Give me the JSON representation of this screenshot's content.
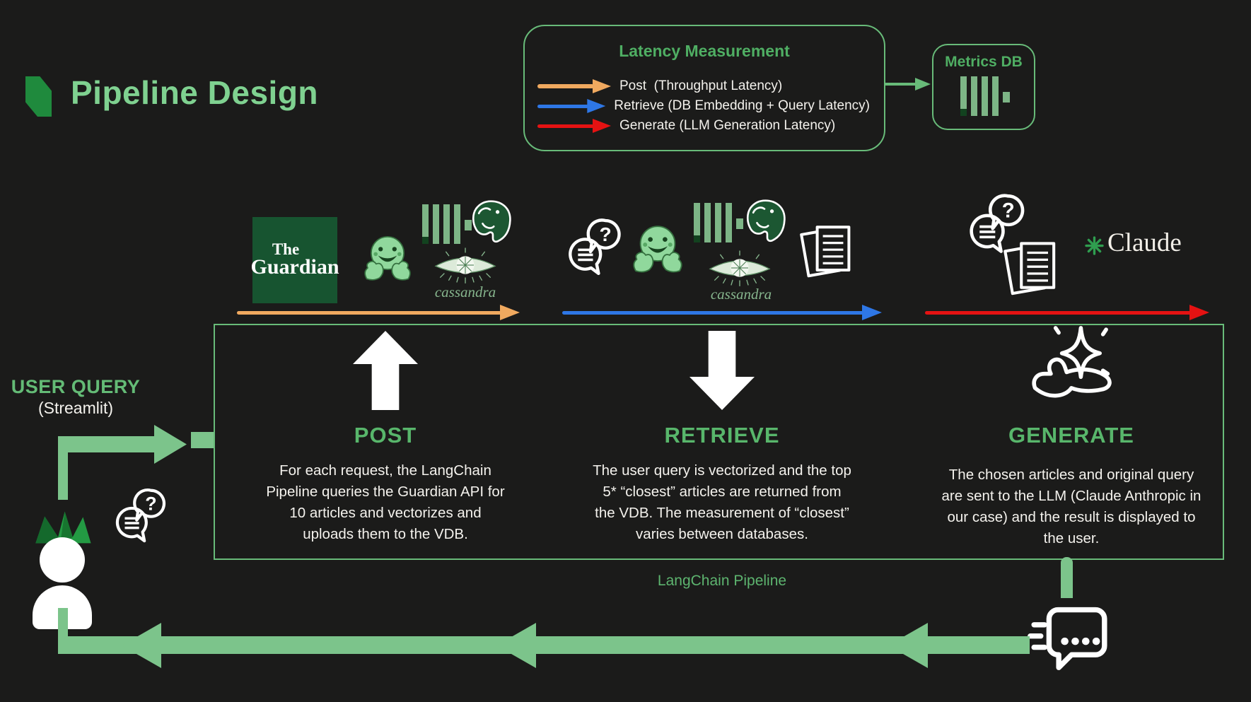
{
  "header": {
    "title": "Pipeline Design"
  },
  "latency_panel": {
    "title": "Latency Measurement",
    "legend": [
      {
        "name": "post",
        "label": "Post  (Throughput Latency)",
        "color": "#f0a95f"
      },
      {
        "name": "retrieve",
        "label": "Retrieve (DB Embedding + Query Latency)",
        "color": "#2e77e6"
      },
      {
        "name": "generate",
        "label": "Generate (LLM Generation Latency)",
        "color": "#e51212"
      }
    ]
  },
  "metrics_db": {
    "label": "Metrics DB"
  },
  "user": {
    "label": "USER QUERY",
    "sublabel": "(Streamlit)"
  },
  "pipeline": {
    "label": "LangChain Pipeline",
    "stages": [
      {
        "title": "POST",
        "description": "For each request, the LangChain Pipeline queries the Guardian API for 10 articles and vectorizes and uploads them to the VDB.",
        "arrow_color": "#f0a95f"
      },
      {
        "title": "RETRIEVE",
        "description": "The user query is vectorized and the top 5* “closest” articles are returned from the VDB. The measurement of “closest” varies between databases.",
        "arrow_color": "#2e77e6"
      },
      {
        "title": "GENERATE",
        "description": "The chosen articles and original query are sent to the LLM (Claude Anthropic in our case) and the result is displayed to the user.",
        "arrow_color": "#e51212"
      }
    ]
  },
  "logos": {
    "guardian": {
      "line1": "The",
      "line2": "Guardian"
    },
    "cassandra": "cassandra",
    "claude": "Claude"
  },
  "icons": {
    "question_mark": "?",
    "list": [
      "pipeline-logo",
      "hugging-face-emoji",
      "postgresql-elephant-icon",
      "cassandra-eye-icon",
      "vertical-bars-db-icon",
      "chat-question-icon",
      "documents-stack-icon",
      "claude-asterisk-icon",
      "block-arrow-up-icon",
      "block-arrow-down-icon",
      "magic-hand-sparkle-icon",
      "user-king-icon",
      "chat-response-icon"
    ]
  },
  "colors": {
    "background": "#1b1b1a",
    "accent_green_border": "#68bb79",
    "flow_green": "#7cc48b",
    "title_green": "#7fd190",
    "heading_green": "#58b66b",
    "post_arrow": "#f0a95f",
    "retrieve_arrow": "#2e77e6",
    "generate_arrow": "#e51212",
    "guardian_bg": "#175430",
    "text_white": "#f4f2ed"
  }
}
